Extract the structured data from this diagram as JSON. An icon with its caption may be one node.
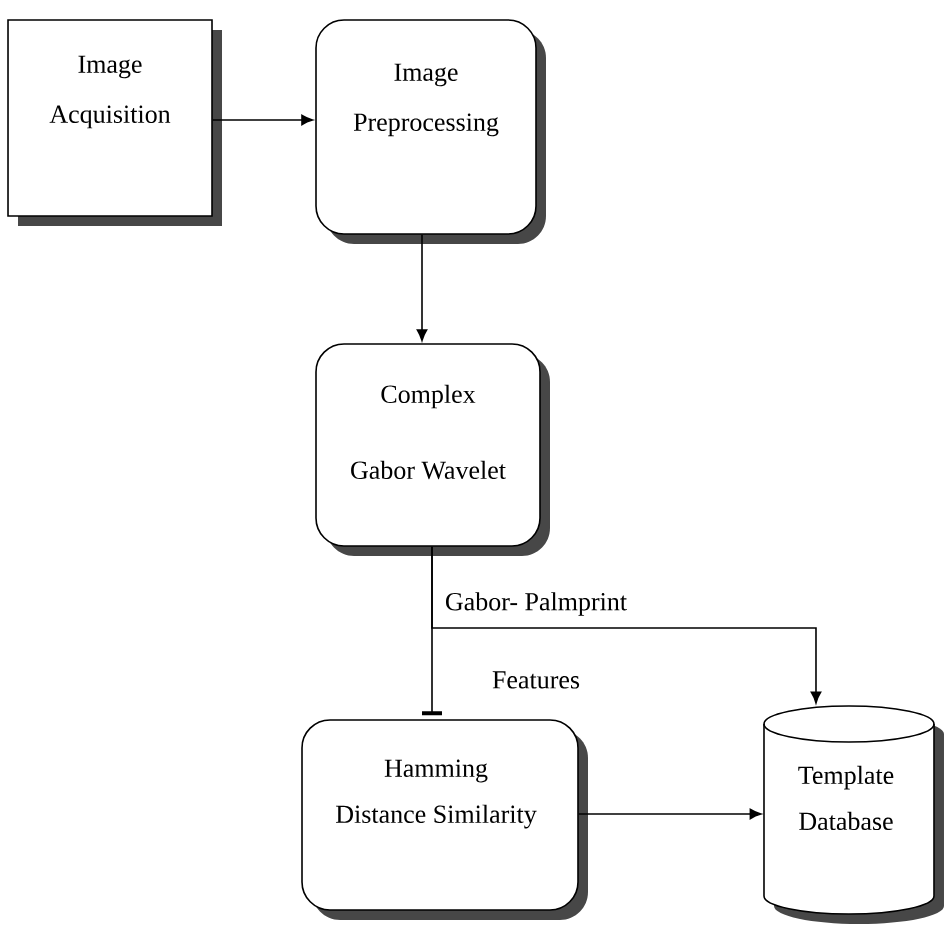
{
  "diagram": {
    "nodes": [
      {
        "text": [
          "Image Acquisition"
        ]
      },
      {
        "text": [
          "Image Preprocessing"
        ]
      },
      {
        "text": [
          "Complex Gabor Wavelet"
        ]
      },
      {
        "text": [
          "Hamming Distance Similarity"
        ]
      },
      {
        "text": [
          "Template Database"
        ]
      }
    ],
    "edges": [
      {
        "from": 0,
        "to": 1,
        "arrow": "to"
      },
      {
        "from": 1,
        "to": 2,
        "arrow": "to"
      },
      {
        "from": 2,
        "to": 3,
        "arrow": "other"
      },
      {
        "from": 2,
        "to": 4,
        "arrow": "to"
      },
      {
        "from": 3,
        "to": 4,
        "arrow": "to"
      }
    ],
    "labels": [
      "Gabor- Palmprint",
      "Features"
    ]
  }
}
